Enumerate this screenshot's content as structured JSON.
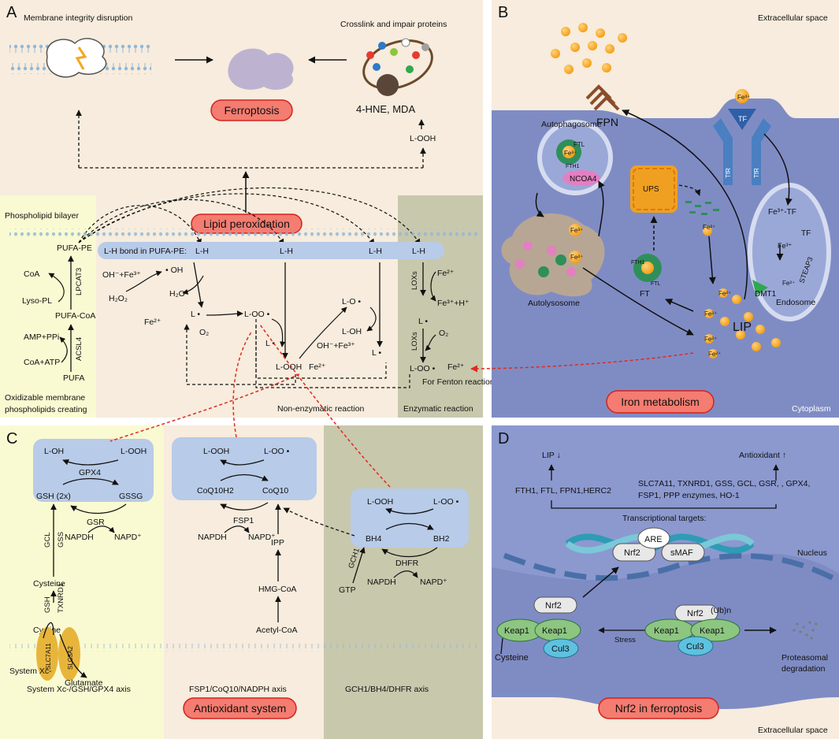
{
  "colors": {
    "panel_peach": "#f7ecdd",
    "panel_green": "#fafad2",
    "panel_olive": "#c8c8ad",
    "cell_blue": "#7f8cc4",
    "nucleus_blue": "#8b99cf",
    "box_blue": "#b8cbe8",
    "label_red_fill": "#f47c70",
    "label_red_stroke": "#d3231f",
    "dashed_red": "#e02a1f",
    "iron_orange": "#f5a623"
  },
  "panel_a": {
    "letter": "A",
    "membrane_title": "Membrane integrity disruption",
    "protein_title": "Crosslink and impair proteins",
    "ferroptosis": "Ferroptosis",
    "hne_mda": "4-HNE, MDA",
    "l_ooh_top": "L-OOH",
    "lipid_peroxidation": "Lipid peroxidation",
    "phospholipid_bilayer": "Phospholipid bilayer",
    "lh_bond_prefix": "L-H bond in PUFA-PE:",
    "lh": "L-H",
    "pufa_pe": "PUFA-PE",
    "coa": "CoA",
    "lpcat3": "LPCAT3",
    "lyso_pl": "Lyso-PL",
    "pufa_coa": "PUFA-CoA",
    "amp_ppi": "AMP+PPi",
    "acsl4": "ACSL4",
    "coa_atp": "CoA+ATP",
    "pufa": "PUFA",
    "oxidizable_1": "Oxidizable membrane",
    "oxidizable_2": "phospholipids creating",
    "oh_fe3": "OH⁻+Fe³⁺",
    "h2o2": "H₂O₂",
    "fe2": "Fe²⁺",
    "oh_radical": "• OH",
    "h2o": "H₂O",
    "l_rad": "L •",
    "o2": "O₂",
    "loo_rad": "L-OO •",
    "lo_rad": "L-O •",
    "l_oh": "L-OH",
    "l_ooh": "L-OOH",
    "oh_fe3_2": "OH⁻+Fe³⁺",
    "loxs": "LOXs",
    "fe3_h": "Fe³⁺+H⁺",
    "fenton": "For Fenton reaction",
    "non_enzymatic": "Non-enzymatic reaction",
    "enzymatic": "Enzymatic reaction"
  },
  "panel_b": {
    "letter": "B",
    "extracellular": "Extracellular space",
    "fpn": "FPN",
    "fe3": "Fe³⁺",
    "tf": "TF",
    "tfr": "TfR",
    "autophagosome": "Autophagosome",
    "ftl": "FTL",
    "fth1": "FTH1",
    "ncoa4": "NCOA4",
    "ups": "UPS",
    "fe2": "Fe²⁺",
    "fe3_tf": "Fe³⁺-TF",
    "steap3": "STEAP3",
    "dmt1": "DMT1",
    "endosome": "Endosome",
    "autolysosome": "Autolysosome",
    "ft": "FT",
    "lip": "LIP",
    "iron_metabolism": "Iron metabolism",
    "cytoplasm": "Cytoplasm"
  },
  "panel_c": {
    "letter": "C",
    "l_oh": "L-OH",
    "l_ooh": "L-OOH",
    "gpx4": "GPX4",
    "gsh2x": "GSH (2x)",
    "gssg": "GSSG",
    "gsr": "GSR",
    "napdh": "NAPDH",
    "napd_plus": "NAPD⁺",
    "gcl": "GCL",
    "gss": "GSS",
    "cysteine": "Cysteine",
    "gsh": "GSH",
    "txnrd1": "TXNRD1",
    "cystine": "Cystine",
    "slc7a11": "SLC7A11",
    "slc3a2": "SLC3A2",
    "glutamate": "Glutamate",
    "system_xc": "System Xc-",
    "axis1": "System Xc-/GSH/GPX4 axis",
    "loo_rad": "L-OO •",
    "coq10h2": "CoQ10H2",
    "coq10": "CoQ10",
    "fsp1": "FSP1",
    "ipp": "IPP",
    "hmg_coa": "HMG-CoA",
    "acetyl_coa": "Acetyl-CoA",
    "axis2": "FSP1/CoQ10/NADPH axis",
    "antioxidant_system": "Antioxidant system",
    "bh4": "BH4",
    "bh2": "BH2",
    "gch1": "GCH1",
    "dhfr": "DHFR",
    "gtp": "GTP",
    "axis3": "GCH1/BH4/DHFR axis"
  },
  "panel_d": {
    "letter": "D",
    "lip_down": "LIP ↓",
    "antioxidant_up": "Antioxidant ↑",
    "targets_left": "FTH1, FTL, FPN1,HERC2",
    "targets_right_1": "SLC7A11, TXNRD1, GSS, GCL, GSR, , GPX4,",
    "targets_right_2": "FSP1, PPP enzymes, HO-1",
    "transcriptional": "Transcriptional targets:",
    "are": "ARE",
    "nrf2": "Nrf2",
    "smaf": "sMAF",
    "nucleus": "Nucleus",
    "keap1": "Keap1",
    "cul3": "Cul3",
    "cysteine": "Cysteine",
    "stress": "Stress",
    "ub": "(Ub)n",
    "proteasomal_1": "Proteasomal",
    "proteasomal_2": "degradation",
    "nrf2_ferroptosis": "Nrf2 in ferroptosis",
    "extracellular": "Extracellular space"
  }
}
